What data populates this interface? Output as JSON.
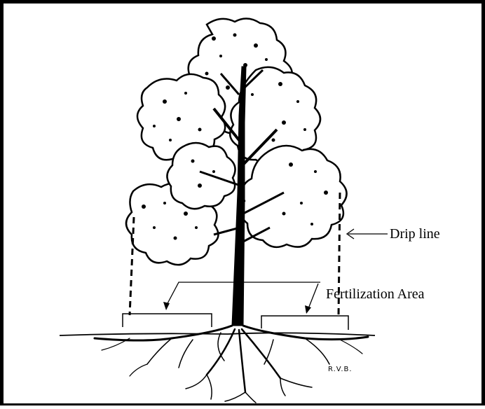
{
  "labels": {
    "drip_line": "Drip line",
    "fertilization_area": "Fertilization Area",
    "artist_signature": "R.V.B."
  },
  "colors": {
    "ink": "#000000",
    "paper": "#ffffff"
  },
  "icons": {
    "drip_line_arrow": "left-arrow",
    "fertilization_arrows": "down-left-arrows"
  }
}
